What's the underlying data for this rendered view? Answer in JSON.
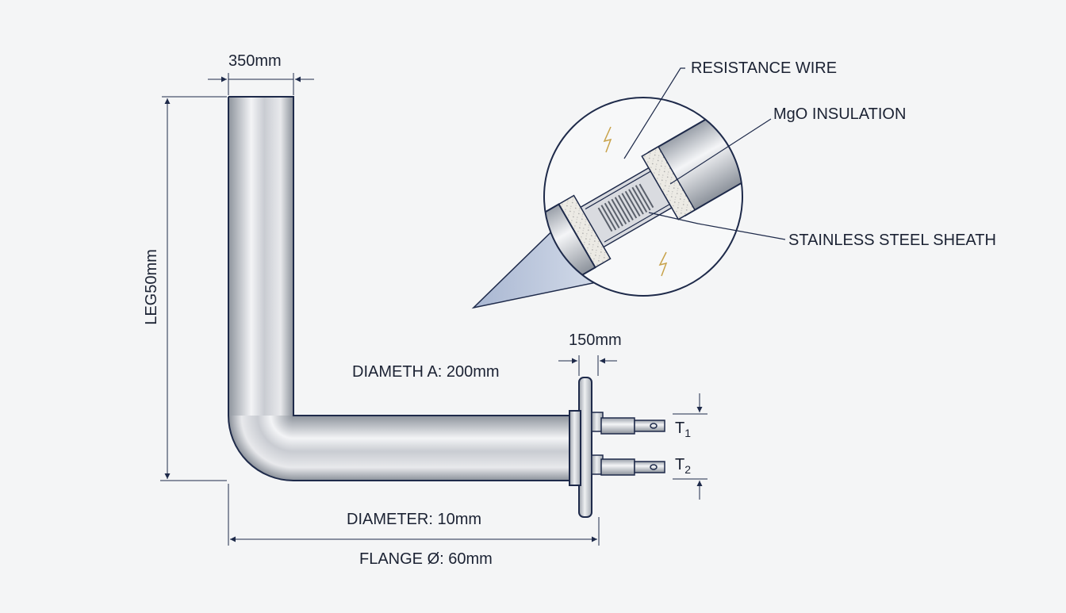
{
  "labels": {
    "top_width": "350mm",
    "leg_length": "LEG50mm",
    "diameter_a": "DIAMETH A: 200mm",
    "flange_offset": "150mm",
    "diameter": "DIAMETER: 10mm",
    "flange_diameter": "FLANGE Ø: 60mm",
    "resistance_wire": "RESISTANCE WIRE",
    "insulation": "MgO INSULATION",
    "sheath": "STAINLESS STEEL SHEATH",
    "terminal_1_letter": "T",
    "terminal_1_index": "1",
    "terminal_2_letter": "T",
    "terminal_2_index": "2"
  },
  "colors": {
    "line": "#1e2a4a",
    "metal_light": "#f2f3f5",
    "metal_mid": "#c9ccd2",
    "metal_dark": "#8d939c",
    "insulation": "#eceae4",
    "cone": "#b9c5dc",
    "background": "#f4f5f6"
  }
}
